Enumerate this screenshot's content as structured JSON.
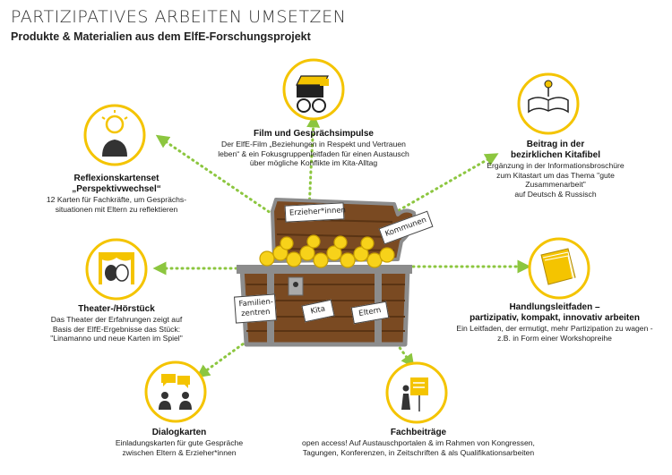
{
  "header": {
    "title": "PARTIZIPATIVES ARBEITEN UMSETZEN",
    "subtitle": "Produkte & Materialien aus dem ElfE-Forschungsprojekt"
  },
  "items": {
    "film": {
      "heading": "Film und Gesprächsimpulse",
      "lines": [
        "Der ElfE-Film „Beziehungen in Respekt und Vertrauen",
        "leben“ & ein Fokusgruppenleitfaden für einen Austausch",
        "über mögliche Konflikte im Kita-Alltag"
      ]
    },
    "beitrag": {
      "heading_lines": [
        "Beitrag in der",
        "bezirklichen Kitafibel"
      ],
      "lines": [
        "Ergänzung in der Informationsbroschüre",
        "zum Kitastart um das Thema \"gute Zusammenarbeit\"",
        "auf Deutsch & Russisch"
      ]
    },
    "reflexion": {
      "heading_lines": [
        "Reflexionskartenset",
        "„Perspektivwechsel“"
      ],
      "lines": [
        "12 Karten für Fachkräfte, um Gesprächs-",
        "situationen mit Eltern zu reflektieren"
      ]
    },
    "theater": {
      "heading": "Theater-/Hörstück",
      "lines": [
        "Das Theater der Erfahrungen zeigt auf",
        "Basis der ElfE-Ergebnisse das Stück:",
        "\"Linamanno und neue Karten im Spiel\""
      ]
    },
    "handlung": {
      "heading_lines": [
        "Handlungsleitfaden –",
        "partizipativ, kompakt, innovativ arbeiten"
      ],
      "lines": [
        "Ein Leitfaden, der ermutigt, mehr Partizipation zu wagen -",
        "z.B. in Form einer Workshopreihe"
      ]
    },
    "dialog": {
      "heading": "Dialogkarten",
      "lines": [
        "Einladungskarten für gute Gespräche",
        "zwischen Eltern & Erzieher*innen"
      ]
    },
    "fach": {
      "heading": "Fachbeiträge",
      "lines": [
        "open access! Auf Austauschportalen & im Rahmen von Kongressen,",
        "Tagungen, Konferenzen, in Zeitschriften & als Qualifikationsarbeiten"
      ]
    }
  },
  "chest_labels": {
    "erzieher": "Erzieher*innen",
    "kommunen": "Kommunen",
    "familien": [
      "Familien-",
      "zentren"
    ],
    "kita": "Kita",
    "eltern": "Eltern"
  },
  "colors": {
    "accent_yellow": "#f4c400",
    "circle_fill": "#ffffff",
    "arrow_green": "#8cc63f",
    "chest_wood": "#7a4a22",
    "chest_metal": "#8c8c8c",
    "coin": "#f7d21a"
  },
  "icons": [
    "film-icon",
    "book-icon",
    "lightbulb-head-icon",
    "theater-masks-icon",
    "document-stack-icon",
    "speech-bubbles-icon",
    "flipchart-presenter-icon",
    "treasure-chest-icon"
  ]
}
